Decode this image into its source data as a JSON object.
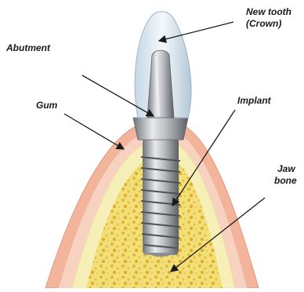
{
  "labels": {
    "new_tooth_line1": "New tooth",
    "new_tooth_line2": "(Crown)",
    "abutment": "Abutment",
    "gum": "Gum",
    "implant": "Implant",
    "jaw_line1": "Jaw",
    "jaw_line2": "bone"
  },
  "colors": {
    "gum_outer": "#f2b49a",
    "gum_inner": "#f7d2c0",
    "bone_cortex": "#f6efb8",
    "bone_marrow": "#eecc4a",
    "crown": "#d7e6f0",
    "metal": "#b8bcc0",
    "arrow": "#1a1a1a"
  },
  "icons": [
    "arrow-icon"
  ]
}
